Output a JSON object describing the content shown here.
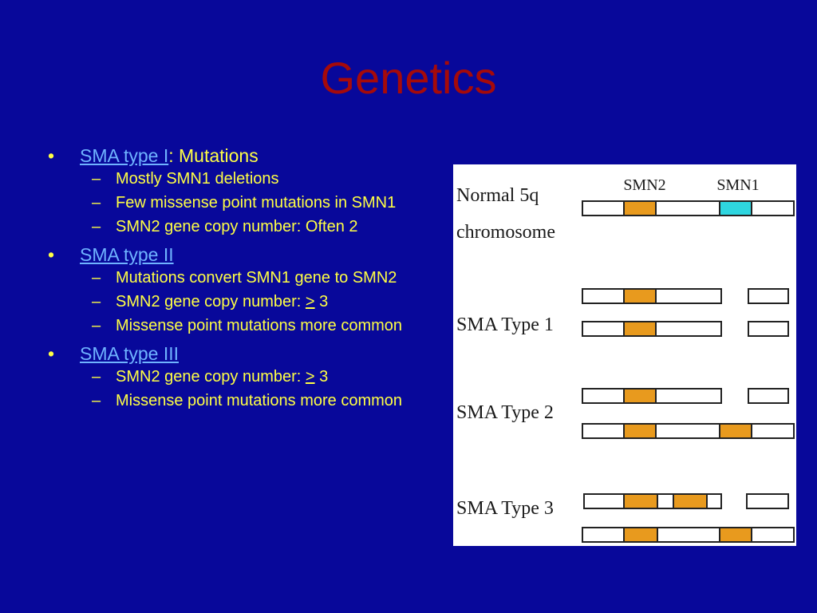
{
  "title": "Genetics",
  "bullets": {
    "type1": {
      "link": "SMA type I",
      "rest": ": Mutations",
      "sub": [
        "Mostly SMN1 deletions",
        "Few missense point mutations in SMN1",
        "SMN2 gene copy number: Often 2"
      ]
    },
    "type2": {
      "link": "SMA type II",
      "sub0": "Mutations convert SMN1 gene to SMN2",
      "sub1_pre": "SMN2 gene copy number: ",
      "sub1_sym": ">",
      "sub1_post": " 3",
      "sub2": "Missense point mutations more common"
    },
    "type3": {
      "link": "SMA type III",
      "sub0_pre": "SMN2 gene copy number: ",
      "sub0_sym": ">",
      "sub0_post": " 3",
      "sub1": "Missense point mutations more common"
    }
  },
  "figure": {
    "gene_labels": [
      "SMN2",
      "SMN1"
    ],
    "row_labels": {
      "normal_line1": "Normal 5q",
      "normal_line2": "chromosome",
      "type1": "SMA Type 1",
      "type2": "SMA Type 2",
      "type3": "SMA Type 3"
    },
    "colors": {
      "smn2": "#e89a1e",
      "smn1": "#2fd6e0",
      "outline": "#222222",
      "bar_fill": "#ffffff"
    }
  }
}
